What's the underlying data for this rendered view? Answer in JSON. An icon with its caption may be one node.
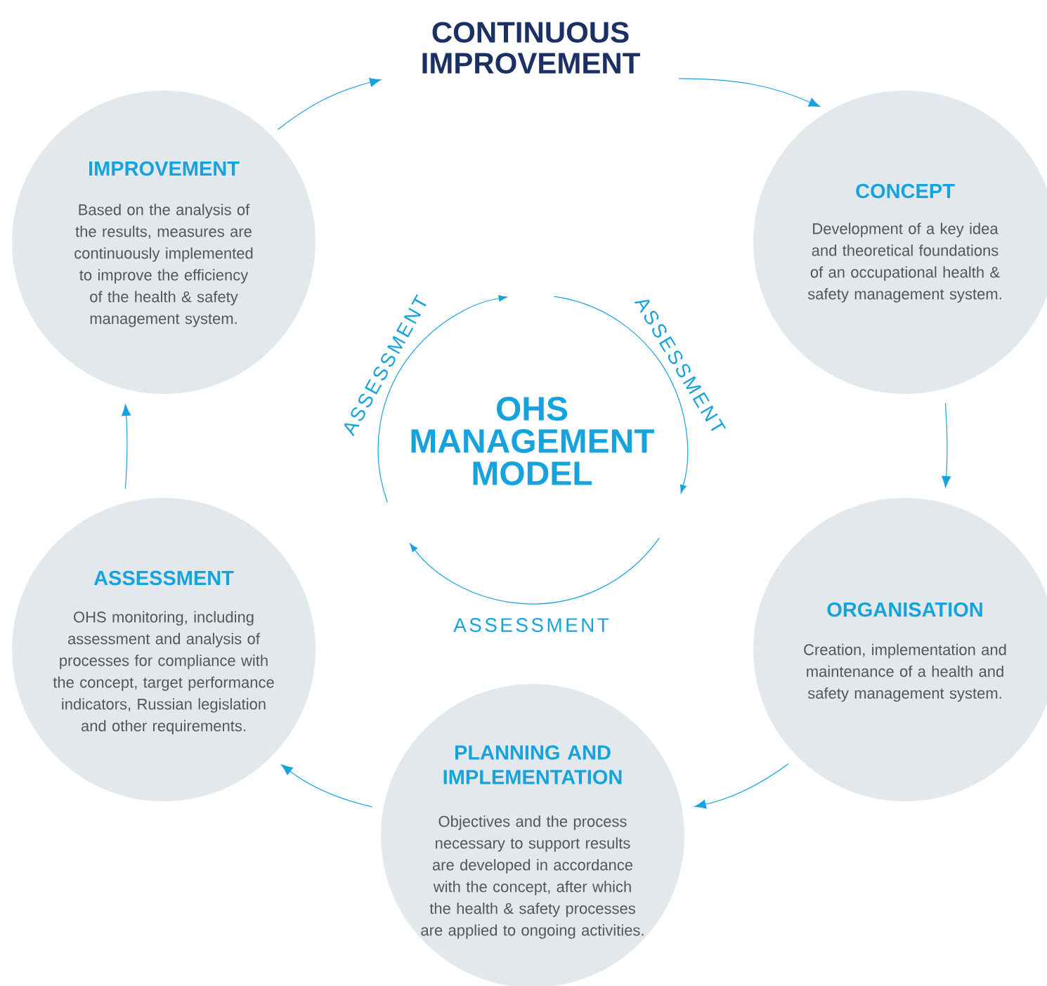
{
  "diagram": {
    "nodes": [
      {
        "text": [
          "CONTINUOUS IMPROVEMENT"
        ]
      },
      {
        "text": [
          "IMPROVEMENT",
          "Based on the analysis of the results, measures are continuously implemented to improve the efficiency of the health & safety management system."
        ]
      },
      {
        "text": [
          "CONCEPT",
          "Development of a key idea and theoretical foundations of an occupational health & safety management system."
        ]
      },
      {
        "text": [
          "ASSESSMENT",
          "OHS monitoring, including assessment and analysis of processes for compliance with the concept, target performance indicators, Russian legislation and other requirements."
        ]
      },
      {
        "text": [
          "ORGANISATION",
          "Creation, implementation and maintenance of a health and safety management system."
        ]
      },
      {
        "text": [
          "PLANNING AND IMPLEMENTATION",
          "Objectives and the process necessary to support results are developed in accordance with the concept, after which the health & safety processes are applied to ongoing activities."
        ]
      }
    ],
    "edges": [
      {
        "from": 1,
        "to": 0,
        "arrow": "to"
      },
      {
        "from": 0,
        "to": 2,
        "arrow": "to"
      },
      {
        "from": 2,
        "to": 4,
        "arrow": "to"
      },
      {
        "from": 4,
        "to": 5,
        "arrow": "to"
      },
      {
        "from": 5,
        "to": 3,
        "arrow": "to"
      },
      {
        "from": 3,
        "to": 1,
        "arrow": "to"
      }
    ],
    "labels": [
      "ASSESSMENT",
      "ASSESSMENT",
      "OHS MANAGEMENT MODEL",
      "ASSESSMENT"
    ]
  }
}
